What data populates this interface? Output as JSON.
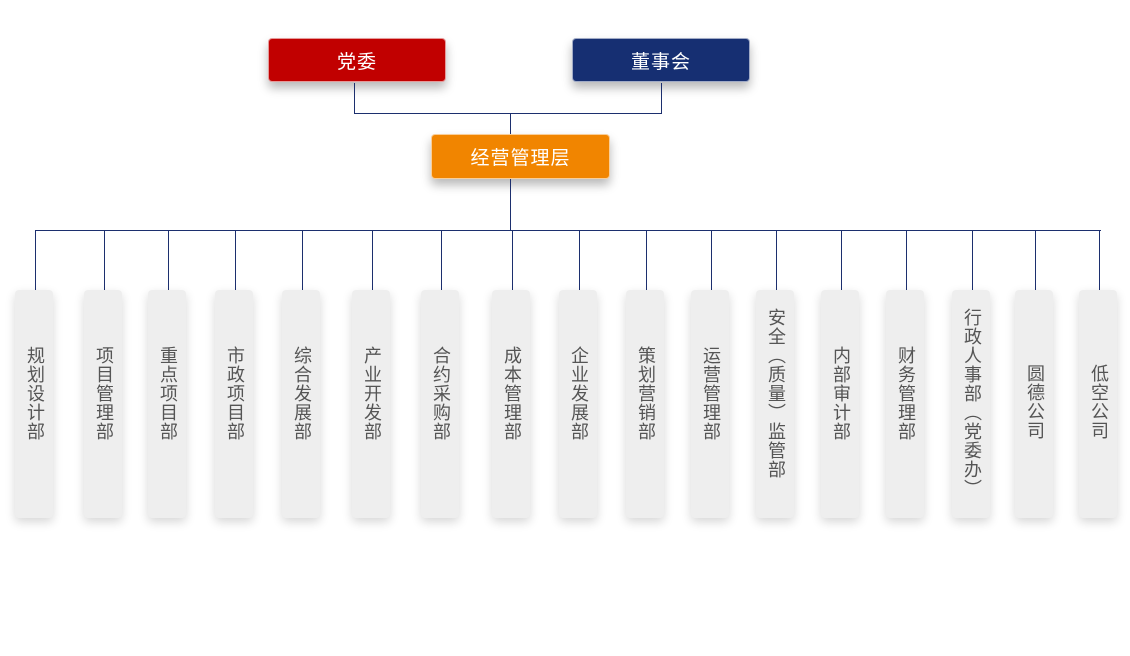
{
  "leaders": {
    "party": {
      "label": "党委",
      "color": "#c10000"
    },
    "board": {
      "label": "董事会",
      "color": "#162f72"
    }
  },
  "management": {
    "label": "经营管理层",
    "color": "#f18500"
  },
  "connector_color": "#1c2f6e",
  "departments": [
    "规划设计部",
    "项目管理部",
    "重点项目部",
    "市政项目部",
    "综合发展部",
    "产业开发部",
    "合约采购部",
    "成本管理部",
    "企业发展部",
    "策划营销部",
    "运营管理部",
    "安全（质量）监管部",
    "内部审计部",
    "财务管理部",
    "行政人事部（党委办）",
    "圆德公司",
    "低空公司"
  ]
}
